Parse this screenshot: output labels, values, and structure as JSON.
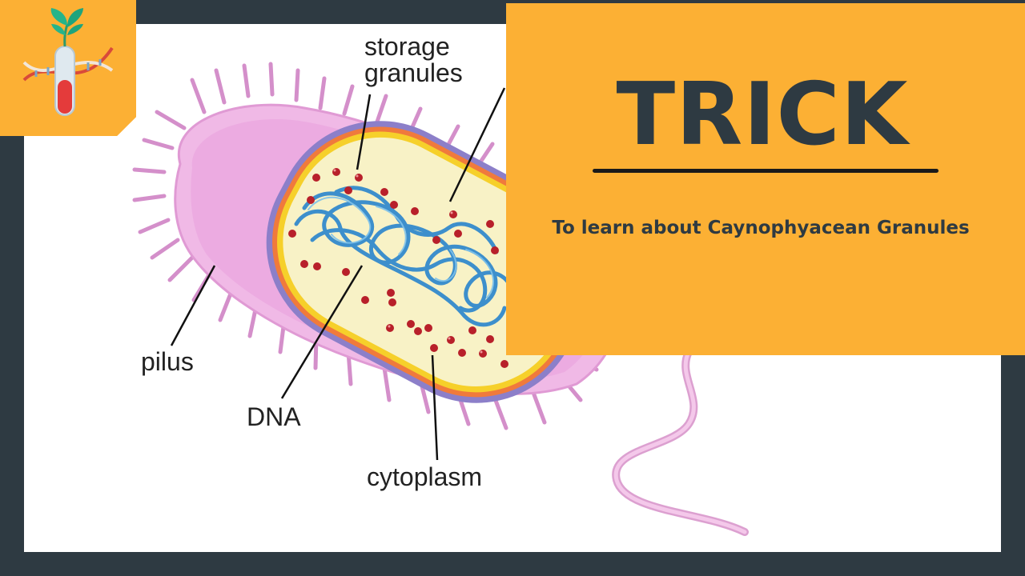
{
  "card": {
    "title": "TRICK",
    "subtitle": "To learn about Caynophyacean Granules"
  },
  "diagram": {
    "labels": {
      "storage_line1": "storage",
      "storage_line2": "granules",
      "pilus": "pilus",
      "dna": "DNA",
      "cytoplasm": "cytoplasm"
    }
  },
  "logo": {
    "icon": "plant-test-tube-dna-icon"
  },
  "colors": {
    "background": "#2e3a42",
    "accent": "#fcb034",
    "panel": "#ffffff"
  }
}
